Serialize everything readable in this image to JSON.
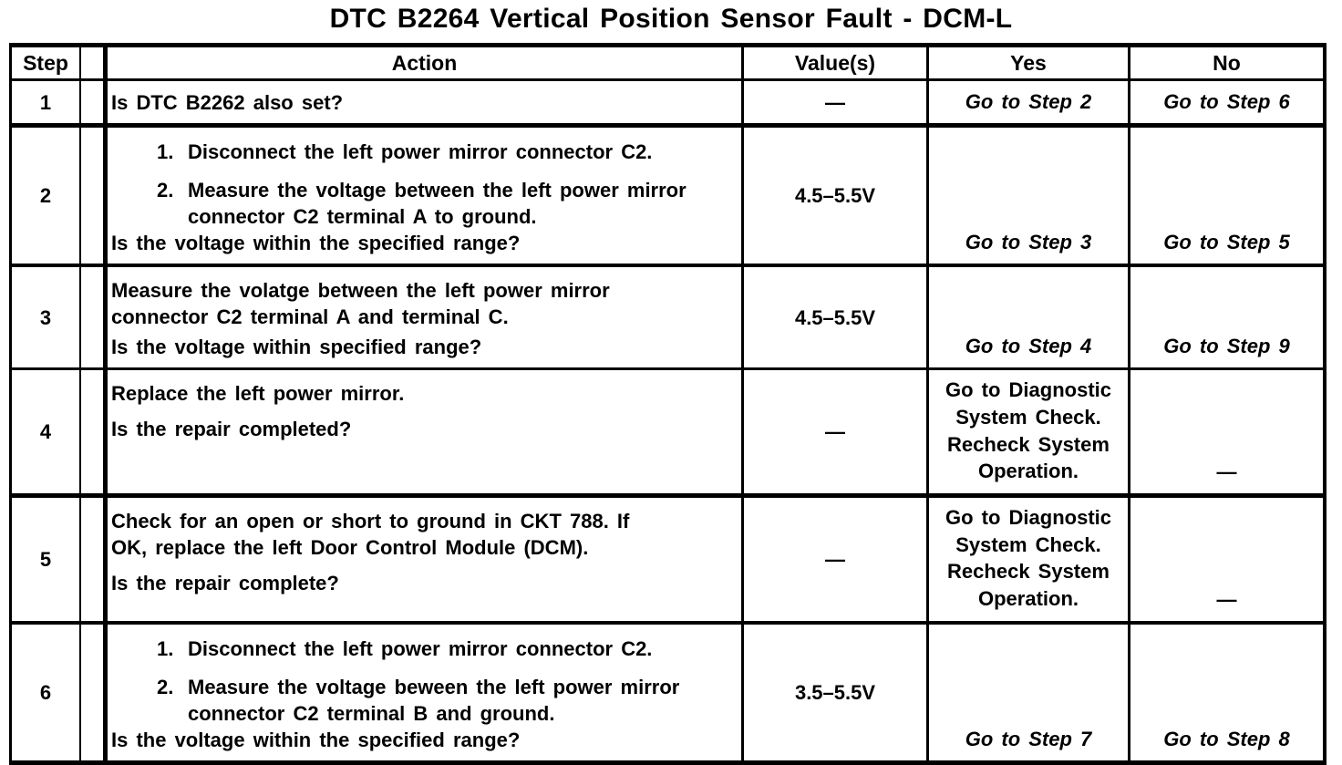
{
  "title": "DTC B2264 Vertical Position Sensor Fault - DCM-L",
  "table": {
    "headers": {
      "step": "Step",
      "action": "Action",
      "value": "Value(s)",
      "yes": "Yes",
      "no": "No"
    },
    "rows": [
      {
        "step": "1",
        "action": {
          "question": "Is DTC B2262 also set?"
        },
        "value": "—",
        "yes": "Go to Step 2",
        "no": "Go to Step 6"
      },
      {
        "step": "2",
        "action": {
          "items": [
            {
              "num": "1.",
              "text": "Disconnect the left power mirror connector C2."
            },
            {
              "num": "2.",
              "text": "Measure the voltage between the left power mirror connector C2 terminal A to ground."
            }
          ],
          "question": "Is the voltage within the specified range?"
        },
        "value": "4.5–5.5V",
        "yes": "Go to Step 3",
        "no": "Go to Step 5"
      },
      {
        "step": "3",
        "action": {
          "text": "Measure the volatge between the left power mirror connector C2 terminal A and terminal C.",
          "question": "Is the voltage within specified range?"
        },
        "value": "4.5–5.5V",
        "yes": "Go to Step 4",
        "no": "Go to Step 9"
      },
      {
        "step": "4",
        "action": {
          "text": "Replace the left power mirror.",
          "question": "Is the repair completed?"
        },
        "value": "—",
        "yes": "Go to Diagnostic System Check. Recheck System Operation.",
        "no": "—"
      },
      {
        "step": "5",
        "action": {
          "text": "Check for an open or short to ground in CKT 788. If OK, replace the left Door Control Module (DCM).",
          "question": "Is the repair complete?"
        },
        "value": "—",
        "yes": "Go to Diagnostic System Check. Recheck System Operation.",
        "no": "—"
      },
      {
        "step": "6",
        "action": {
          "items": [
            {
              "num": "1.",
              "text": "Disconnect the left power mirror connector C2."
            },
            {
              "num": "2.",
              "text": "Measure the voltage beween the left power mirror connector C2 terminal B and ground."
            }
          ],
          "question": "Is the voltage within the specified range?"
        },
        "value": "3.5–5.5V",
        "yes": "Go to Step 7",
        "no": "Go to Step 8"
      }
    ]
  }
}
